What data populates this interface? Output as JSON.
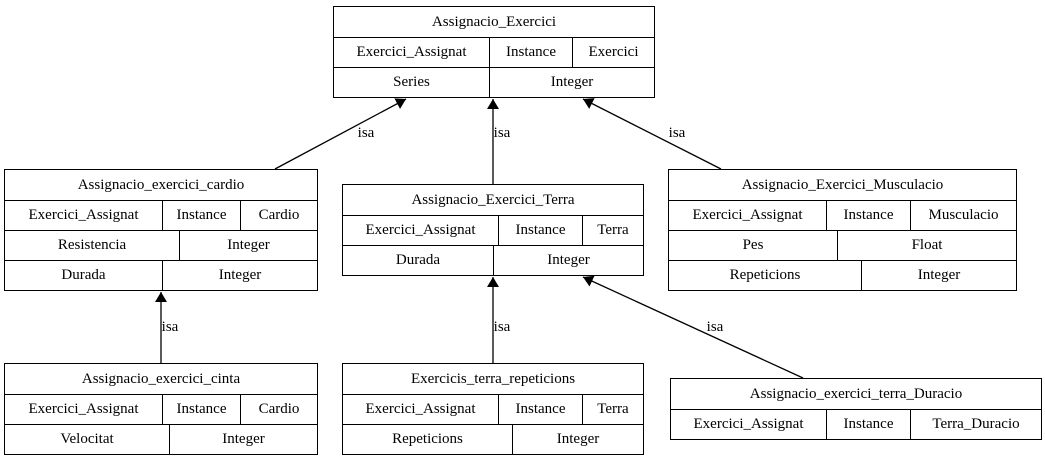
{
  "edge_label": "isa",
  "nodes": {
    "exercici": {
      "title": "Assignacio_Exercici",
      "rows": [
        [
          "Exercici_Assignat",
          "Instance",
          "Exercici"
        ],
        [
          "Series",
          "Integer"
        ]
      ]
    },
    "cardio": {
      "title": "Assignacio_exercici_cardio",
      "rows": [
        [
          "Exercici_Assignat",
          "Instance",
          "Cardio"
        ],
        [
          "Resistencia",
          "Integer"
        ],
        [
          "Durada",
          "Integer"
        ]
      ]
    },
    "terra": {
      "title": "Assignacio_Exercici_Terra",
      "rows": [
        [
          "Exercici_Assignat",
          "Instance",
          "Terra"
        ],
        [
          "Durada",
          "Integer"
        ]
      ]
    },
    "musculacio": {
      "title": "Assignacio_Exercici_Musculacio",
      "rows": [
        [
          "Exercici_Assignat",
          "Instance",
          "Musculacio"
        ],
        [
          "Pes",
          "Float"
        ],
        [
          "Repeticions",
          "Integer"
        ]
      ]
    },
    "cinta": {
      "title": "Assignacio_exercici_cinta",
      "rows": [
        [
          "Exercici_Assignat",
          "Instance",
          "Cardio"
        ],
        [
          "Velocitat",
          "Integer"
        ]
      ]
    },
    "terra_repeticions": {
      "title": "Exercicis_terra_repeticions",
      "rows": [
        [
          "Exercici_Assignat",
          "Instance",
          "Terra"
        ],
        [
          "Repeticions",
          "Integer"
        ]
      ]
    },
    "terra_duracio": {
      "title": "Assignacio_exercici_terra_Duracio",
      "rows": [
        [
          "Exercici_Assignat",
          "Instance",
          "Terra_Duracio"
        ]
      ]
    }
  }
}
